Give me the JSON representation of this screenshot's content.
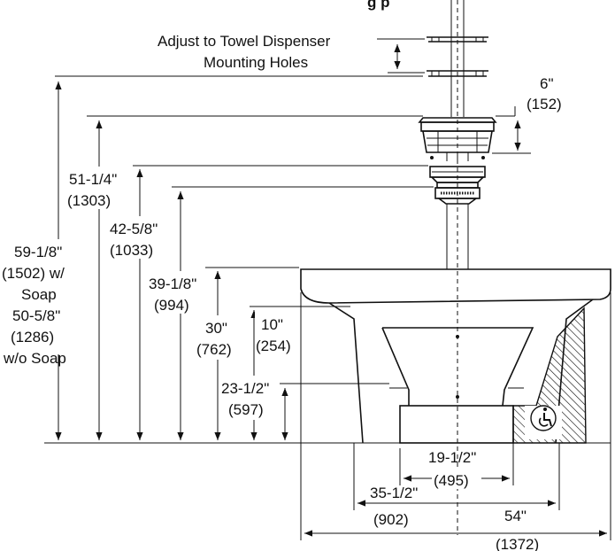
{
  "title_partial": "g   p",
  "callout": {
    "line1": "Adjust to Towel Dispenser",
    "line2": "Mounting Holes"
  },
  "dims": {
    "d6": {
      "a": "6\"",
      "b": "(152)"
    },
    "d51": {
      "a": "51-1/4\"",
      "b": "(1303)"
    },
    "d42": {
      "a": "42-5/8\"",
      "b": "(1033)"
    },
    "d59": {
      "a": "59-1/8\"",
      "b": "(1502) w/",
      "c": "Soap",
      "d": "50-5/8\"",
      "e": "(1286)",
      "f": "w/o Soap"
    },
    "d39": {
      "a": "39-1/8\"",
      "b": "(994)"
    },
    "d30": {
      "a": "30\"",
      "b": "(762)"
    },
    "d10": {
      "a": "10\"",
      "b": "(254)"
    },
    "d23": {
      "a": "23-1/2\"",
      "b": "(597)"
    },
    "d19": {
      "a": "19-1/2\"",
      "b": "(495)"
    },
    "d35": {
      "a": "35-1/2\"",
      "b": "(902)"
    },
    "d54": {
      "a": "54\"",
      "b": "(1372)"
    }
  },
  "icons": {
    "accessibility": "wheelchair-accessibility-icon"
  }
}
